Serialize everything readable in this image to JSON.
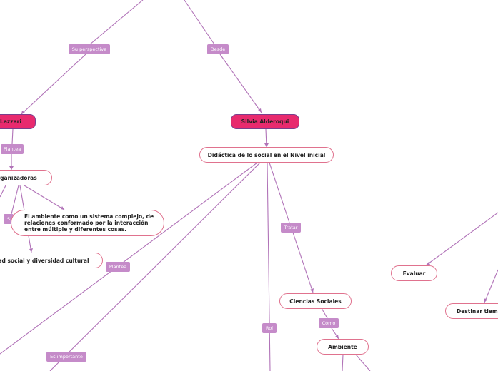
{
  "nodes": {
    "lazzari": "Lazzari",
    "silvia": "Silvia Alderoqui",
    "didactica": "Didáctica de lo social en el Nivel inicial",
    "organizadoras": "organizadoras",
    "ambiente_complejo": "El ambiente como un sistema complejo, de relaciones conformado por la interacción entre múltiple y diferentes cosas.",
    "diversidad": "idad social y diversidad cultural",
    "ciencias": "Ciencias Sociales",
    "ambiente": "Ambiente",
    "evaluar": "Evaluar",
    "destinar": "Destinar tiemp"
  },
  "labels": {
    "su_perspectiva": "Su perspectiva",
    "desde": "Desde",
    "plantea1": "Plantea",
    "s": "S",
    "plantea2": "Plantea",
    "tratar": "Tratar",
    "rol": "Rol",
    "como": "Cómo",
    "es_importante": "Es importante"
  },
  "colors": {
    "edge": "#b173b8",
    "main_fill": "#e82a6e",
    "main_border": "#7a3f8c",
    "node_border": "#e0728e",
    "label_fill": "#c58bc9"
  }
}
